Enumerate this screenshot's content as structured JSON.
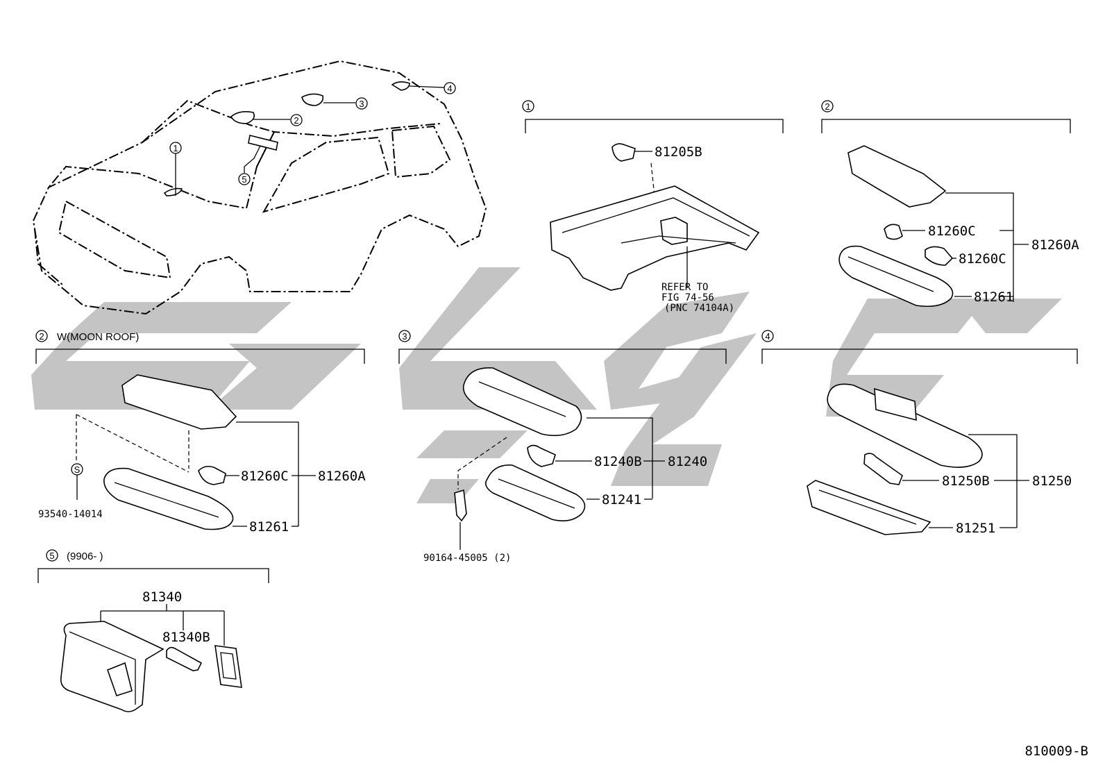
{
  "sections": {
    "s1": {
      "callout": "1"
    },
    "s2": {
      "callout": "2"
    },
    "s2w": {
      "callout": "2",
      "title": "W(MOON ROOF)"
    },
    "s3": {
      "callout": "3"
    },
    "s4": {
      "callout": "4"
    },
    "s5": {
      "callout": "5",
      "title": "(9906-        )"
    }
  },
  "vehicle_callouts": [
    "1",
    "2",
    "3",
    "4",
    "5"
  ],
  "parts": {
    "p81205B": "81205B",
    "refer": [
      "REFER TO",
      "FIG 74-56",
      "(PNC 74104A)"
    ],
    "p81260C_a": "81260C",
    "p81260C_b": "81260C",
    "p81260A": "81260A",
    "p81261": "81261",
    "w_81260C": "81260C",
    "w_81260A": "81260A",
    "w_81261": "81261",
    "w_screw_mark": "S",
    "w_93540": "93540-14014",
    "p81240B": "81240B",
    "p81240": "81240",
    "p81241": "81241",
    "p90164": "90164-45005 (2)",
    "p81250B": "81250B",
    "p81250": "81250",
    "p81251": "81251",
    "p81340": "81340",
    "p81340B": "81340B"
  },
  "figure_code": "810009-B",
  "colors": {
    "line": "#000000",
    "watermark": "#c4c4c4",
    "background": "#ffffff"
  }
}
